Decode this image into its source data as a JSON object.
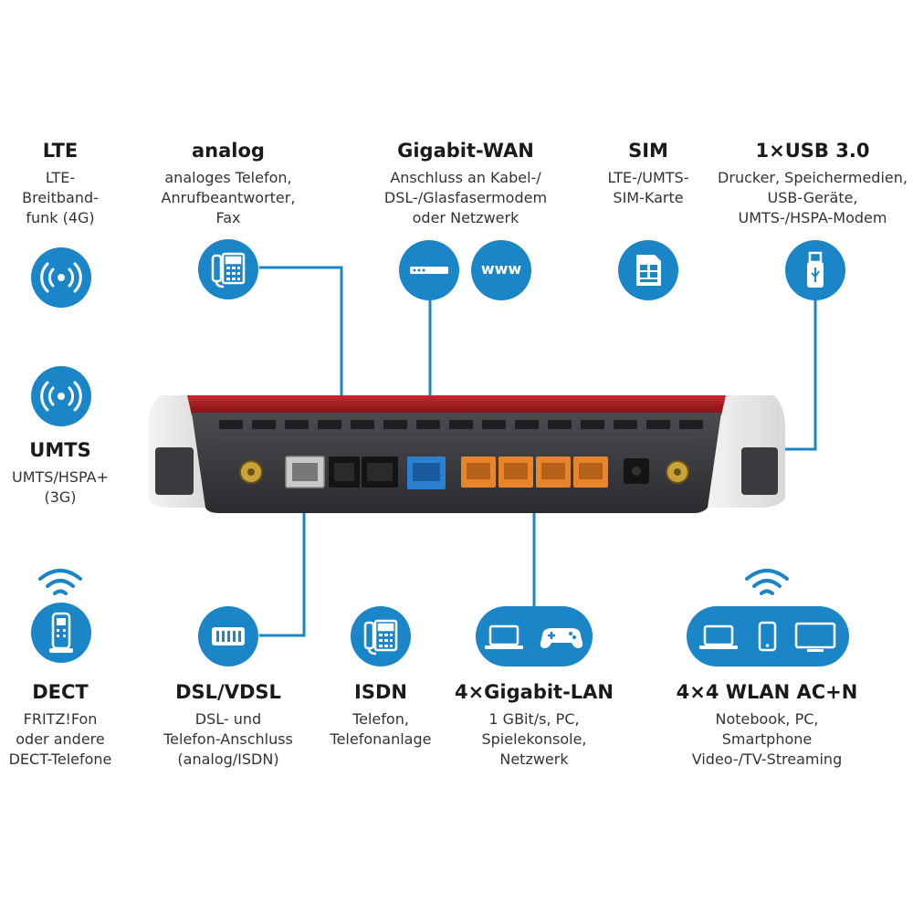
{
  "labels": {
    "lte": {
      "title": "LTE",
      "desc": [
        "LTE-",
        "Breitband-",
        "funk (4G)"
      ]
    },
    "analog": {
      "title": "analog",
      "desc": [
        "analoges Telefon,",
        "Anrufbeantworter,",
        "Fax"
      ]
    },
    "wan": {
      "title": "Gigabit-WAN",
      "desc": [
        "Anschluss an Kabel-/",
        "DSL-/Glasfasermodem",
        "oder Netzwerk"
      ]
    },
    "sim": {
      "title": "SIM",
      "desc": [
        "LTE-/UMTS-",
        "SIM-Karte"
      ]
    },
    "usb": {
      "title": "1×USB 3.0",
      "desc": [
        "Drucker, Speichermedien,",
        "USB-Geräte,",
        "UMTS-/HSPA-Modem"
      ]
    },
    "umts": {
      "title": "UMTS",
      "desc": [
        "UMTS/HSPA+",
        "(3G)"
      ]
    },
    "dect": {
      "title": "DECT",
      "desc": [
        "FRITZ!Fon",
        "oder andere",
        "DECT-Telefone"
      ]
    },
    "dsl": {
      "title": "DSL/VDSL",
      "desc": [
        "DSL- und",
        "Telefon-Anschluss",
        "(analog/ISDN)"
      ]
    },
    "isdn": {
      "title": "ISDN",
      "desc": [
        "Telefon,",
        "Telefonanlage"
      ]
    },
    "lan": {
      "title": "4×Gigabit-LAN",
      "desc": [
        "1 GBit/s, PC,",
        "Spielekonsole,",
        "Netzwerk"
      ]
    },
    "wlan": {
      "title": "4×4 WLAN AC+N",
      "desc": [
        "Notebook, PC,",
        "Smartphone",
        "Video-/TV-Streaming"
      ]
    }
  },
  "icons": {
    "lte": "wireless-signal-icon",
    "umts": "wireless-signal-icon",
    "analog": "desk-phone-icon",
    "wan": [
      "modem-icon",
      "www-icon"
    ],
    "sim": "sim-card-icon",
    "usb": "usb-stick-icon",
    "dect": "dect-handset-icon",
    "dsl": "dsl-port-icon",
    "isdn": "desk-phone-icon",
    "lan": [
      "laptop-icon",
      "gamepad-icon"
    ],
    "wlan": [
      "laptop-icon",
      "smartphone-icon",
      "monitor-icon"
    ]
  },
  "www_text": "www",
  "colors": {
    "accent": "#1a86c7",
    "router_red": "#b01e23",
    "router_dark": "#3a3b3e",
    "lan_port": "#e8852a",
    "wan_port": "#2d7fd0"
  }
}
